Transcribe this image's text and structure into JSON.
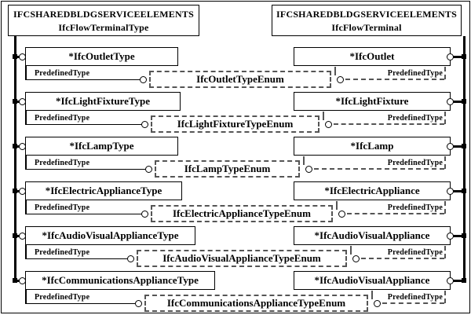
{
  "diagram": {
    "left_header": {
      "line1": "IFCSHAREDBLDGSERVICEELEMENTS",
      "line2": "IfcFlowTerminalType"
    },
    "right_header": {
      "line1": "IFCSHAREDBLDGSERVICEELEMENTS",
      "line2": "IfcFlowTerminal"
    },
    "attribute_label": "PredefinedType",
    "rows": [
      {
        "left": "*IfcOutletType",
        "enum": "IfcOutletTypeEnum",
        "right": "*IfcOutlet"
      },
      {
        "left": "*IfcLightFixtureType",
        "enum": "IfcLightFixtureTypeEnum",
        "right": "*IfcLightFixture"
      },
      {
        "left": "*IfcLampType",
        "enum": "IfcLampTypeEnum",
        "right": "*IfcLamp"
      },
      {
        "left": "*IfcElectricApplianceType",
        "enum": "IfcElectricApplianceTypeEnum",
        "right": "*IfcElectricAppliance"
      },
      {
        "left": "*IfcAudioVisualApplianceType",
        "enum": "IfcAudioVisualApplianceTypeEnum",
        "right": "*IfcAudioVisualAppliance"
      },
      {
        "left": "*IfcCommunicationsApplianceType",
        "enum": "IfcCommunicationsApplianceTypeEnum",
        "right": "*IfcAudioVisualAppliance"
      }
    ],
    "colors": {
      "line": "#000000",
      "dashed": "#555555",
      "background": "#ffffff"
    }
  }
}
